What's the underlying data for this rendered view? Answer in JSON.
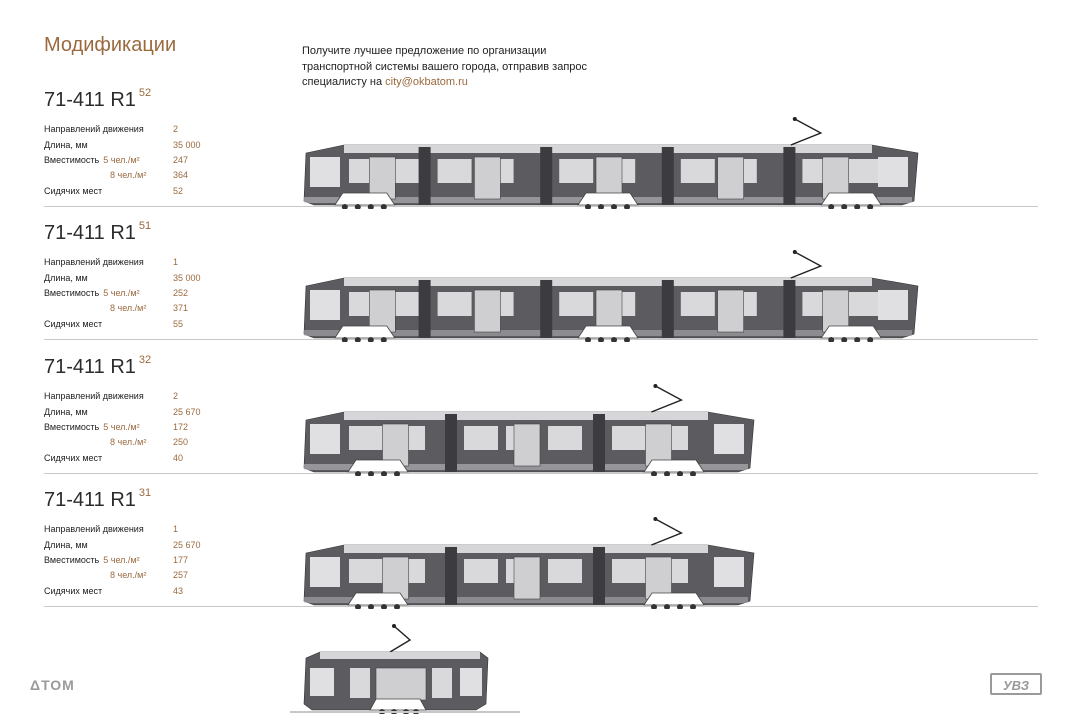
{
  "title": "Модификации",
  "intro": {
    "text": "Получите лучшее предложение по организации транспортной системы вашего города, отправив запрос специалисту на ",
    "email": "city@okbatom.ru"
  },
  "labels": {
    "directions": "Направлений движения",
    "length": "Длина, мм",
    "capacity": "Вместимость",
    "cap5": "5 чел./м²",
    "cap8": "8 чел./м²",
    "seats": "Сидячих мест"
  },
  "models": [
    {
      "name": "71-411 R1",
      "sup": "52",
      "directions": "2",
      "length": "35 000",
      "cap5": "247",
      "cap8": "364",
      "seats": "52"
    },
    {
      "name": "71-411 R1",
      "sup": "51",
      "directions": "1",
      "length": "35 000",
      "cap5": "252",
      "cap8": "371",
      "seats": "55"
    },
    {
      "name": "71-411 R1",
      "sup": "32",
      "directions": "2",
      "length": "25 670",
      "cap5": "172",
      "cap8": "250",
      "seats": "40"
    },
    {
      "name": "71-411 R1",
      "sup": "31",
      "directions": "1",
      "length": "25 670",
      "cap5": "177",
      "cap8": "257",
      "seats": "43"
    }
  ],
  "logos": {
    "left": "ΔТОМ",
    "right": "УВЗ"
  }
}
